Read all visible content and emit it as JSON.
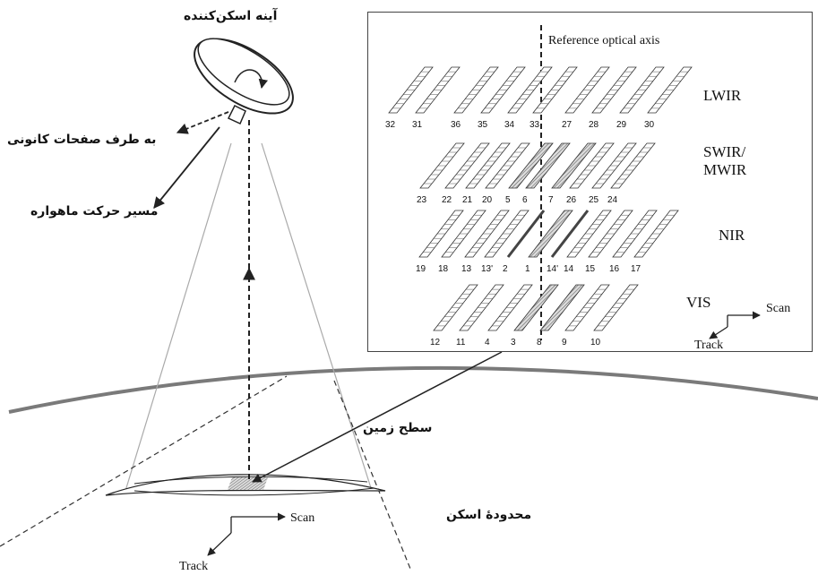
{
  "labels_fa": {
    "scan_mirror": "آینه اسکن‌کننده",
    "to_focal_planes": "به طرف صفحات کانونی",
    "satellite_path": "مسیر حرکت ماهواره",
    "ground_surface": "سطح زمین",
    "scan_area": "محدودهٔ اسکن"
  },
  "focal_plane": {
    "reference_axis": "Reference optical axis",
    "bands": [
      {
        "name": "LWIR",
        "numbers": [
          "32",
          "31",
          "36",
          "35",
          "34",
          "33",
          "27",
          "28",
          "29",
          "30"
        ]
      },
      {
        "name": "SWIR/\nMWIR",
        "numbers": [
          "23",
          "22",
          "21",
          "20",
          "5",
          "6",
          "7",
          "26",
          "25",
          "24"
        ]
      },
      {
        "name": "NIR",
        "numbers": [
          "19",
          "18",
          "13",
          "13'",
          "2",
          "1",
          "14'",
          "14",
          "15",
          "16",
          "17"
        ]
      },
      {
        "name": "VIS",
        "numbers": [
          "12",
          "11",
          "4",
          "3",
          "8",
          "9",
          "10"
        ]
      }
    ],
    "scan_label": "Scan",
    "track_label": "Track"
  },
  "ground": {
    "scan_label": "Scan",
    "track_label": "Track"
  },
  "colors": {
    "line": "#222222",
    "earth_arc": "#777777",
    "beam": "#999999",
    "detector_fill": "#ffffff",
    "detector_hatch": "#888888",
    "pixel_patch": "#666666"
  }
}
